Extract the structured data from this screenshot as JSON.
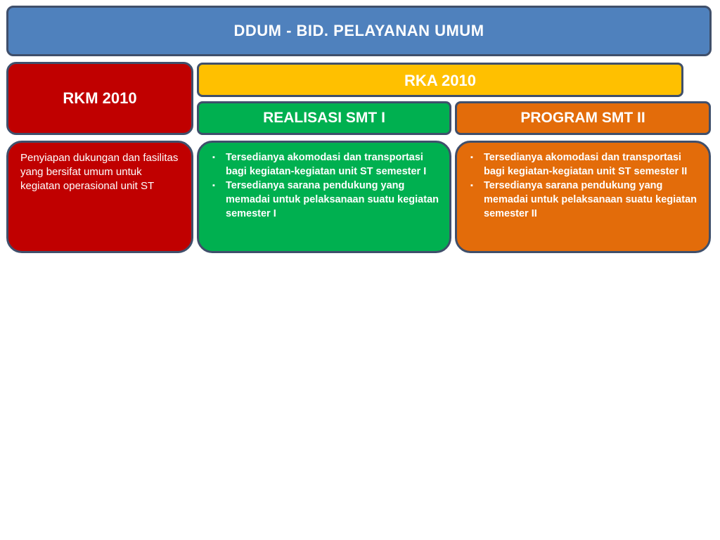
{
  "header": {
    "title": "DDUM - BID. PELAYANAN UMUM"
  },
  "rkm": {
    "title": "RKM 2010",
    "description": "Penyiapan dukungan dan fasilitas  yang bersifat umum untuk kegiatan operasional unit ST"
  },
  "rka": {
    "title": "RKA 2010"
  },
  "realisasi": {
    "title": "REALISASI SMT I",
    "items": [
      "Tersedianya akomodasi dan transportasi bagi kegiatan-kegiatan unit ST semester I",
      "Tersedianya sarana pendukung yang memadai untuk pelaksanaan suatu  kegiatan semester I"
    ]
  },
  "program": {
    "title": "PROGRAM SMT II",
    "items": [
      "Tersedianya akomodasi dan transportasi bagi kegiatan-kegiatan unit ST semester II",
      "Tersedianya sarana pendukung yang memadai untuk pelaksanaan suatu  kegiatan semester II"
    ]
  },
  "bullet_glyph": "▪",
  "colors": {
    "header": "#4f81bd",
    "rkm": "#c00000",
    "rka": "#ffc000",
    "realisasi": "#00b050",
    "program": "#e36c0a",
    "border": "#3f4f6b"
  }
}
